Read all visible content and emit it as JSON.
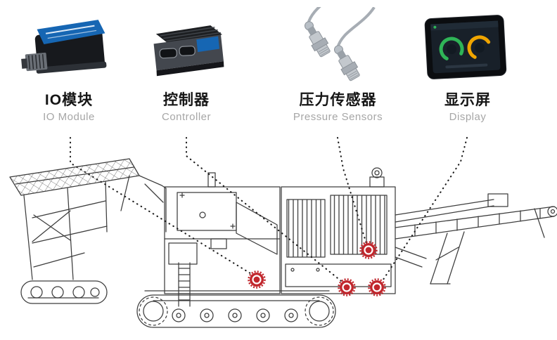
{
  "colors": {
    "marker_red": "#c1272d",
    "label_blue": "#1666b3",
    "gauge_green": "#2fb457",
    "gauge_yellow": "#f0a500",
    "line_dark": "#3d3d3d"
  },
  "callouts": [
    {
      "id": "io-module",
      "label_zh": "IO模块",
      "label_en": "IO Module"
    },
    {
      "id": "controller",
      "label_zh": "控制器",
      "label_en": "Controller"
    },
    {
      "id": "pressure-sensors",
      "label_zh": "压力传感器",
      "label_en": "Pressure Sensors"
    },
    {
      "id": "display",
      "label_zh": "显示屏",
      "label_en": "Display"
    }
  ]
}
